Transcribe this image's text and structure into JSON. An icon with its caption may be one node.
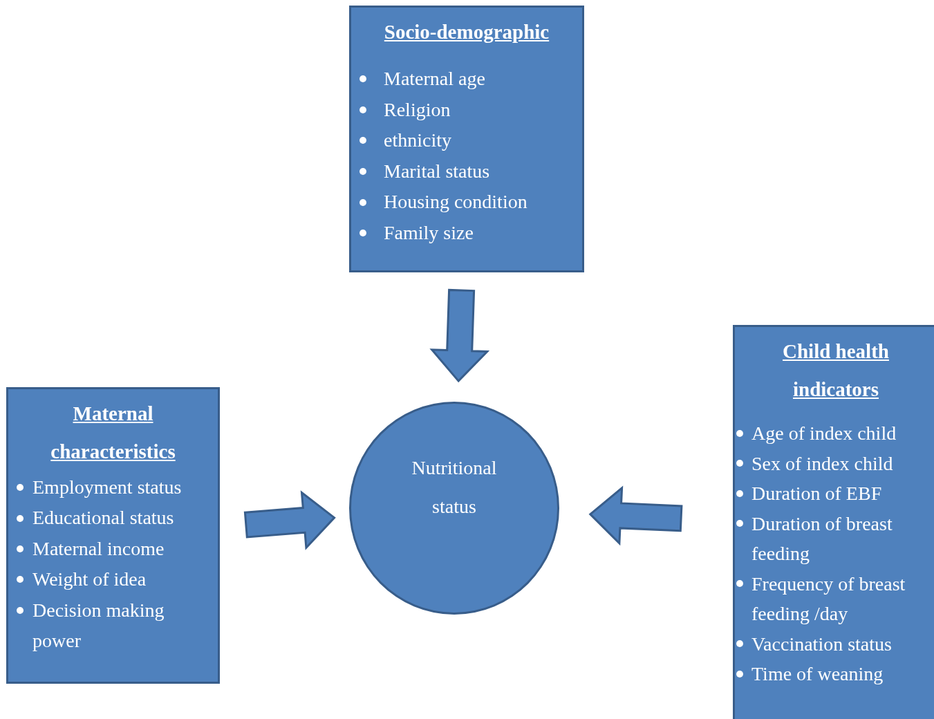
{
  "diagram": {
    "nodes": [
      {
        "text": [
          "Socio-demographic",
          "Maternal age",
          "Religion",
          "ethnicity",
          "Marital status",
          "Housing condition",
          "Family size"
        ]
      },
      {
        "text": [
          "Nutritional status"
        ]
      },
      {
        "text": [
          "Maternal characteristics",
          "Employment status",
          "Educational status",
          "Maternal income",
          "Weight of idea",
          "Decision making power"
        ]
      },
      {
        "text": [
          "Child health indicators",
          "Age of index child",
          "Sex of index child",
          "Duration of EBF",
          "Duration of breast feeding",
          "Frequency of breast feeding /day",
          "Vaccination status",
          "Time of weaning"
        ]
      }
    ],
    "edges": [
      {
        "from": 0,
        "to": 1,
        "arrow": "to"
      },
      {
        "from": 2,
        "to": 1,
        "arrow": "to"
      },
      {
        "from": 3,
        "to": 1,
        "arrow": "to"
      }
    ]
  }
}
